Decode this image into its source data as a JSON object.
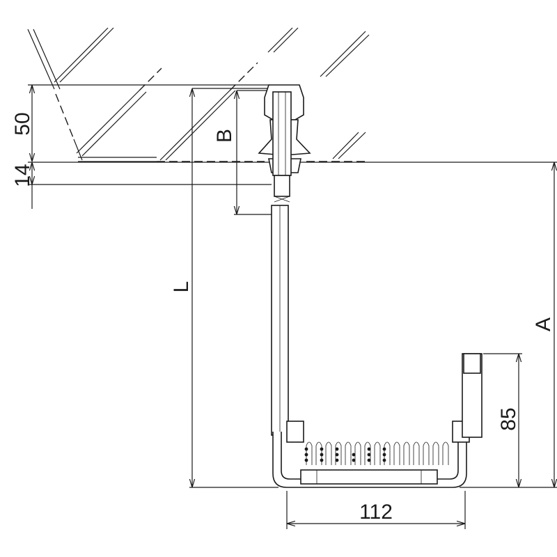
{
  "dimensions": {
    "d50": "50",
    "d14": "14",
    "B": "B",
    "L": "L",
    "A": "A",
    "d85": "85",
    "d112": "112"
  },
  "colors": {
    "line": "#1a1a1a",
    "background": "#ffffff"
  }
}
